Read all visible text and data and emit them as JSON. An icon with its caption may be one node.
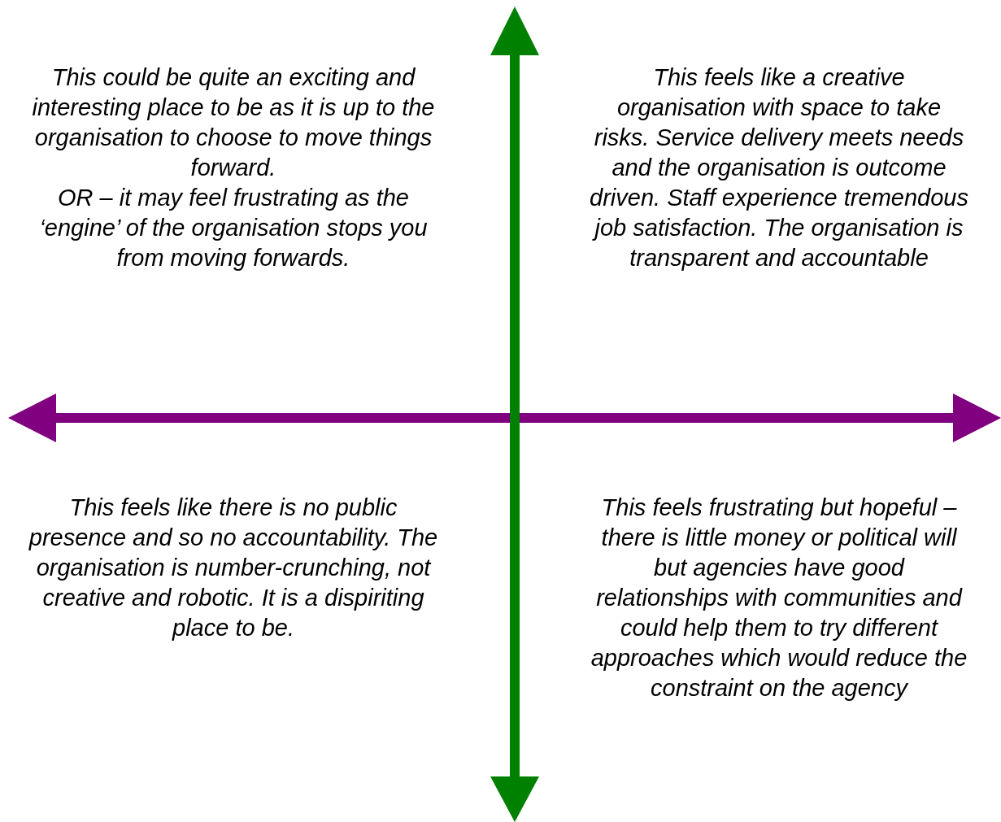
{
  "diagram": {
    "labels": [
      "This could be quite an exciting and interesting place to be as it is up to the organisation to choose to move things forward.",
      "OR – it may feel frustrating as the ‘engine’ of the organisation stops you from moving forwards.",
      "This feels like a creative organisation with space to take risks. Service delivery meets needs and the organisation is outcome driven. Staff experience tremendous job satisfaction. The organisation is transparent and accountable",
      "This feels like there is no public presence and so no accountability. The organisation is number-crunching, not creative and robotic. It is a dispiriting place to be.",
      "This feels frustrating but hopeful – there is little money or political will but agencies have good relationships with communities and could help them to try different approaches which would reduce the constraint on the agency"
    ]
  }
}
